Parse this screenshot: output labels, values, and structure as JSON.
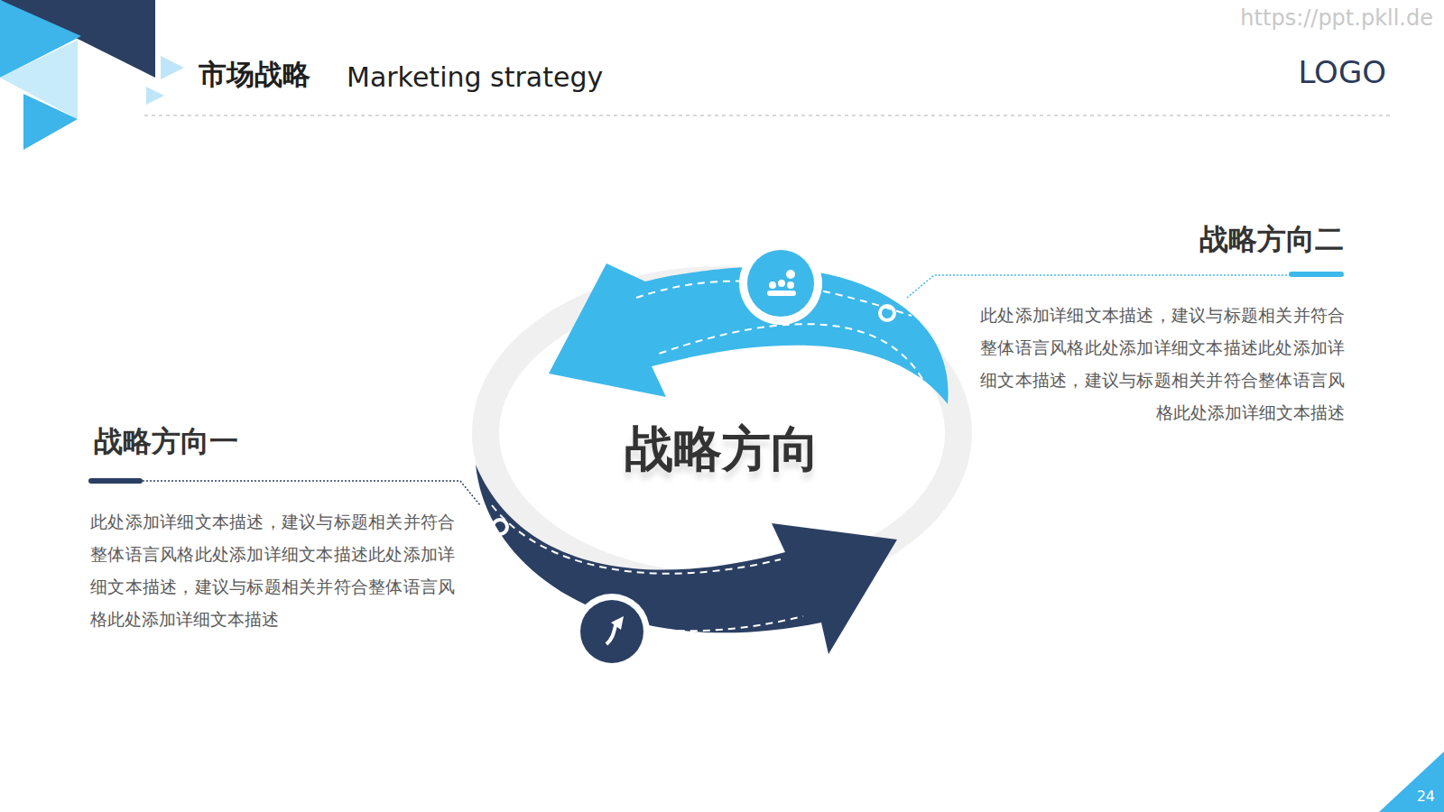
{
  "diagram": {
    "title": "市场战略",
    "labels": [
      "Marketing strategy",
      "LOGO",
      "https://ppt.pkll.de",
      "战略方向",
      "战略方向二",
      "此处添加详细文本描述，建议与标题相关并符合整体语言风格此处添加详细文本描述此处添加详细文本描述，建议与标题相关并符合整体语言风格此处添加详细文本描述",
      "战略方向一",
      "此处添加详细文本描述，建议与标题相关并符合整体语言风格此处添加详细文本描述此处添加详细文本描述，建议与标题相关并符合整体语言风格此处添加详细文本描述",
      "24"
    ]
  }
}
